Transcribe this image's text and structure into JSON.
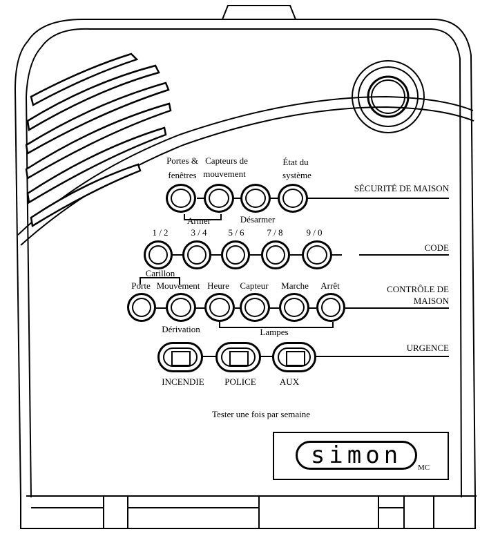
{
  "brand": {
    "logo_text": "simon",
    "logo_mark": "MC"
  },
  "security": {
    "row_label": "SÉCURITÉ DE MAISON",
    "buttons": [
      {
        "label_line1": "Portes &",
        "label_line2": "fenêtres"
      },
      {
        "label_line1": "Capteurs de",
        "label_line2": "mouvement"
      },
      {
        "label_line1": "",
        "label_line2": ""
      },
      {
        "label_line1": "État du",
        "label_line2": "système"
      }
    ],
    "arm_label": "Armer",
    "disarm_label": "Désarmer"
  },
  "code": {
    "row_label": "CODE",
    "buttons": [
      "1 / 2",
      "3 / 4",
      "5 / 6",
      "7 / 8",
      "9 / 0"
    ]
  },
  "home_control": {
    "row_label_line1": "CONTRÔLE DE",
    "row_label_line2": "MAISON",
    "chime_label": "Carillon",
    "buttons": [
      "Porte",
      "Mouvement",
      "Heure",
      "Capteur",
      "Marche",
      "Arrêt"
    ],
    "bypass_label": "Dérivation",
    "lamps_label": "Lampes"
  },
  "emergency": {
    "row_label": "URGENCE",
    "buttons": [
      "INCENDIE",
      "POLICE",
      "AUX"
    ]
  },
  "footer_note": "Tester une fois par semaine"
}
